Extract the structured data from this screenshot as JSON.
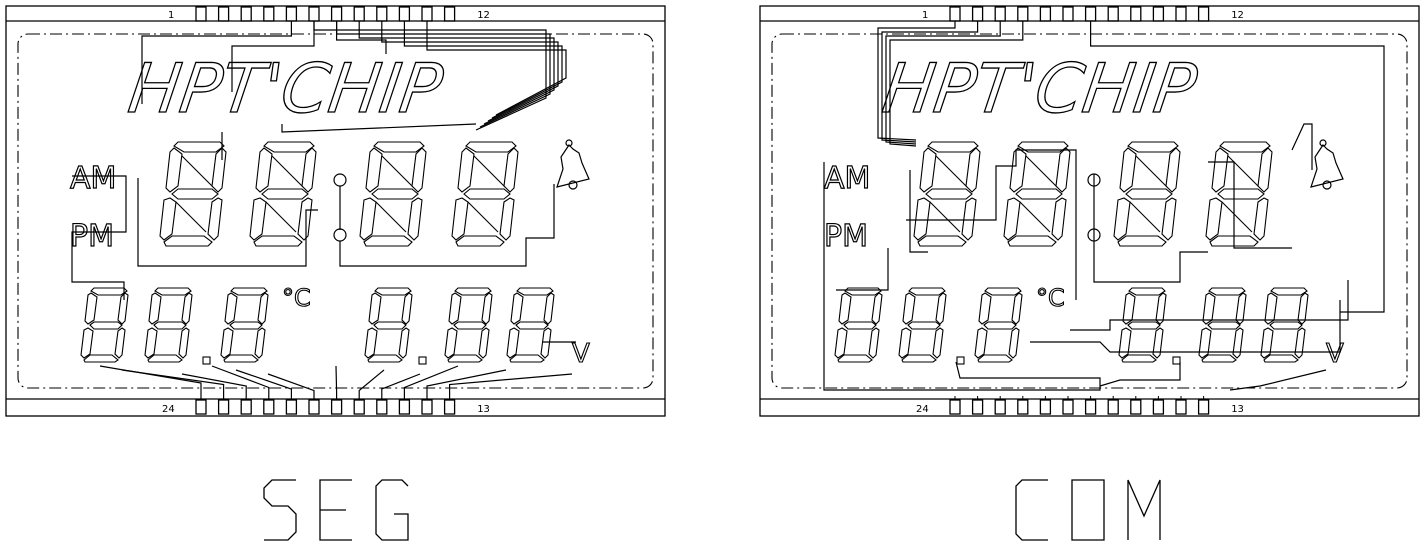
{
  "panels": [
    {
      "id": "seg",
      "caption": "SEG",
      "pin_first": "1",
      "pin_last_top": "12",
      "pin_last_bottom": "13",
      "pin_first_bottom": "24",
      "logo": "HPT'CHIP",
      "label_am": "AM",
      "label_pm": "PM",
      "label_celsius": "°C",
      "label_volt": "V"
    },
    {
      "id": "com",
      "caption": "COM",
      "pin_first": "1",
      "pin_last_top": "12",
      "pin_last_bottom": "13",
      "pin_first_bottom": "24",
      "logo": "HPT'CHIP",
      "label_am": "AM",
      "label_pm": "PM",
      "label_celsius": "°C",
      "label_volt": "V"
    }
  ],
  "colors": {
    "ink": "#000000",
    "paper": "#ffffff"
  },
  "icons": [
    "bell-icon",
    "colon-dot-icon",
    "decimal-point-icon"
  ]
}
